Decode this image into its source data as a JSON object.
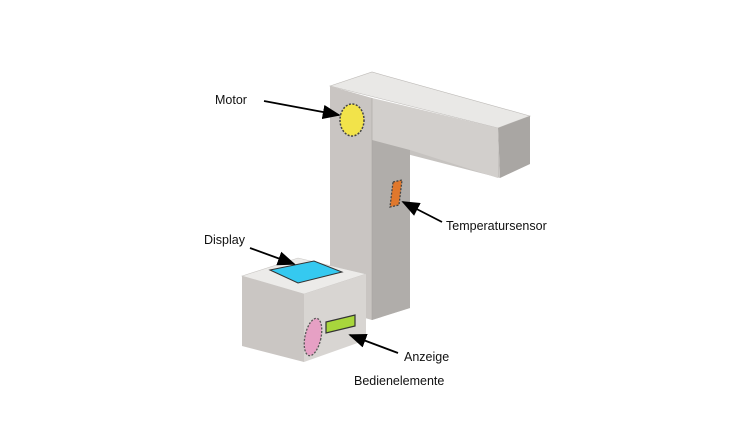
{
  "labels": {
    "motor": "Motor",
    "temperature_sensor": "Temperatursensor",
    "display": "Display",
    "indicator": "Anzeige",
    "controls": "Bedienelemente"
  },
  "colors": {
    "motor": "#f2e34a",
    "temperature_sensor": "#e0782c",
    "display": "#35c9f0",
    "indicator": "#a8d63c",
    "controls": "#e6a0c4",
    "body_light": "#e9e8e6",
    "body_mid": "#c4c0bd",
    "body_dark": "#a9a6a3"
  }
}
